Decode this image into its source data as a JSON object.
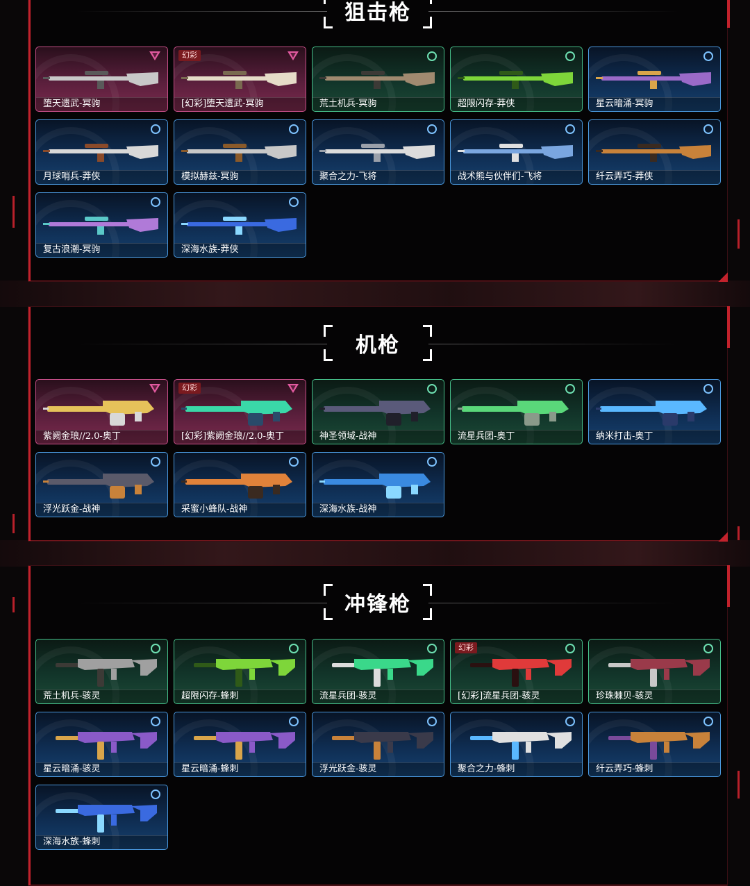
{
  "colors": {
    "accent_red": "#c2222c",
    "tier_purple": "#c9508a",
    "tier_green": "#47c28c",
    "tier_blue": "#4b9ae0"
  },
  "sections": [
    {
      "title": "狙击枪",
      "items": [
        {
          "name": "堕天遗武-冥驹",
          "tier": "purple",
          "tag": "",
          "gun": [
            "#c8c8c8",
            "#5a5a5a"
          ]
        },
        {
          "name": "[幻彩]堕天遗武-冥驹",
          "tier": "purple",
          "tag": "幻彩",
          "gun": [
            "#e6dcc8",
            "#7a6a50"
          ]
        },
        {
          "name": "荒土机兵-冥驹",
          "tier": "green",
          "tag": "",
          "gun": [
            "#a08a70",
            "#3c3a36"
          ]
        },
        {
          "name": "超限闪存-莽侠",
          "tier": "green",
          "tag": "",
          "gun": [
            "#7ed63a",
            "#2f5a18"
          ]
        },
        {
          "name": "星云暗涌-冥驹",
          "tier": "blue",
          "tag": "",
          "gun": [
            "#9a6ac8",
            "#d9a54a"
          ]
        },
        {
          "name": "月球哨兵-莽侠",
          "tier": "blue",
          "tag": "",
          "gun": [
            "#d8d8d8",
            "#8a4a2a"
          ]
        },
        {
          "name": "模拟赫兹-冥驹",
          "tier": "blue",
          "tag": "",
          "gun": [
            "#c8c8c8",
            "#8a5a2a"
          ]
        },
        {
          "name": "聚合之力-飞将",
          "tier": "blue",
          "tag": "",
          "gun": [
            "#dcdcdc",
            "#9aa0aa"
          ]
        },
        {
          "name": "战术熊与伙伴们-飞将",
          "tier": "blue",
          "tag": "",
          "gun": [
            "#7aa6e0",
            "#e0e0e0"
          ]
        },
        {
          "name": "纤云弄巧-莽侠",
          "tier": "blue",
          "tag": "",
          "gun": [
            "#c8823a",
            "#3a2a20"
          ]
        },
        {
          "name": "复古浪潮-冥驹",
          "tier": "blue",
          "tag": "",
          "gun": [
            "#b07ad8",
            "#5ac8c8"
          ]
        },
        {
          "name": "深海水族-莽侠",
          "tier": "blue",
          "tag": "",
          "gun": [
            "#3a6ae0",
            "#8ad8ff"
          ]
        }
      ]
    },
    {
      "title": "机枪",
      "items": [
        {
          "name": "紫阙金琅//2.0-奥丁",
          "tier": "purple",
          "tag": "",
          "gun": [
            "#e6c25a",
            "#d8d8d8"
          ]
        },
        {
          "name": "[幻彩]紫阙金琅//2.0-奥丁",
          "tier": "purple",
          "tag": "幻彩",
          "gun": [
            "#3ad8a8",
            "#2a4a6a"
          ]
        },
        {
          "name": "神圣领域-战神",
          "tier": "green",
          "tag": "",
          "gun": [
            "#5a5a7a",
            "#20202a"
          ]
        },
        {
          "name": "流星兵团-奥丁",
          "tier": "green",
          "tag": "",
          "gun": [
            "#5ad87a",
            "#8a9a8a"
          ]
        },
        {
          "name": "纳米打击-奥丁",
          "tier": "blue",
          "tag": "",
          "gun": [
            "#5ab8ff",
            "#2a3a6a"
          ]
        },
        {
          "name": "浮光跃金-战神",
          "tier": "blue",
          "tag": "",
          "gun": [
            "#5a5a6a",
            "#c8823a"
          ]
        },
        {
          "name": "采蜜小蜂队-战神",
          "tier": "blue",
          "tag": "",
          "gun": [
            "#e0823a",
            "#3a2a20"
          ]
        },
        {
          "name": "深海水族-战神",
          "tier": "blue",
          "tag": "",
          "gun": [
            "#3a8ae0",
            "#8ad8ff"
          ]
        }
      ]
    },
    {
      "title": "冲锋枪",
      "items": [
        {
          "name": "荒土机兵-骇灵",
          "tier": "green",
          "tag": "",
          "gun": [
            "#a0a0a0",
            "#3c3a36"
          ]
        },
        {
          "name": "超限闪存-蜂刺",
          "tier": "green",
          "tag": "",
          "gun": [
            "#7ed63a",
            "#2f5a18"
          ]
        },
        {
          "name": "流星兵团-骇灵",
          "tier": "green",
          "tag": "",
          "gun": [
            "#3ad88a",
            "#dcdcdc"
          ]
        },
        {
          "name": "[幻彩]流星兵团-骇灵",
          "tier": "green",
          "tag": "幻彩",
          "gun": [
            "#e03a3a",
            "#2a1010"
          ]
        },
        {
          "name": "珍珠棘贝-骇灵",
          "tier": "green",
          "tag": "",
          "gun": [
            "#9a3a4a",
            "#c8c8c8"
          ]
        },
        {
          "name": "星云暗涌-骇灵",
          "tier": "blue",
          "tag": "",
          "gun": [
            "#8a5ac8",
            "#d9a54a"
          ]
        },
        {
          "name": "星云暗涌-蜂刺",
          "tier": "blue",
          "tag": "",
          "gun": [
            "#8a5ac8",
            "#d9a54a"
          ]
        },
        {
          "name": "浮光跃金-骇灵",
          "tier": "blue",
          "tag": "",
          "gun": [
            "#3a3a4a",
            "#c8823a"
          ]
        },
        {
          "name": "聚合之力-蜂刺",
          "tier": "blue",
          "tag": "",
          "gun": [
            "#e0e0e0",
            "#5ab8ff"
          ]
        },
        {
          "name": "纤云弄巧-蜂刺",
          "tier": "blue",
          "tag": "",
          "gun": [
            "#c8823a",
            "#7a4a9a"
          ]
        },
        {
          "name": "深海水族-蜂刺",
          "tier": "blue",
          "tag": "",
          "gun": [
            "#3a6ae0",
            "#8ad8ff"
          ]
        }
      ]
    }
  ]
}
